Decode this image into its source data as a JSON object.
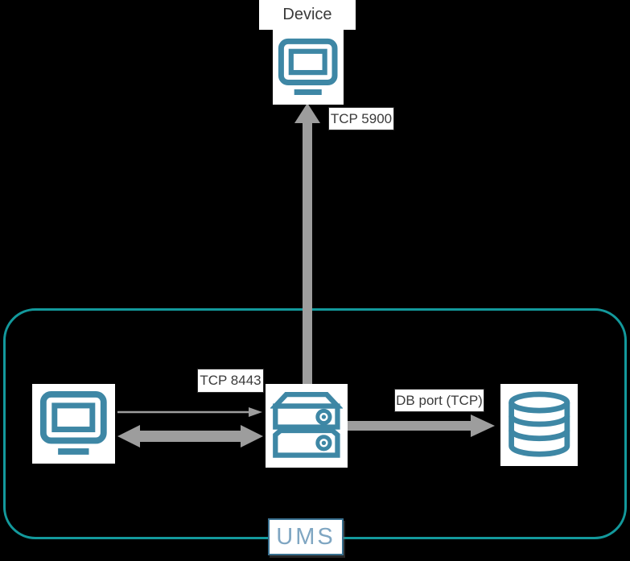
{
  "colors": {
    "background": "#000000",
    "node_background": "#FFFFFF",
    "icon": "#3E87A5",
    "group_border": "#13999C",
    "arrow": "#9D9D9D",
    "label_text": "#3A3A3A",
    "ums_text": "#7FA6C2",
    "ums_border": "#39708F"
  },
  "nodes": {
    "device": {
      "label": "Device",
      "icon": "monitor-icon"
    },
    "console": {
      "icon": "monitor-icon"
    },
    "server": {
      "icon": "server-icon"
    },
    "database": {
      "icon": "database-icon"
    }
  },
  "connections": {
    "server_to_device": {
      "label": "TCP 5900",
      "direction": "up"
    },
    "console_to_server": {
      "label": "TCP 8443",
      "direction": "bidirectional"
    },
    "server_to_database": {
      "label": "DB port (TCP)",
      "direction": "right"
    }
  },
  "group": {
    "label": "UMS"
  }
}
